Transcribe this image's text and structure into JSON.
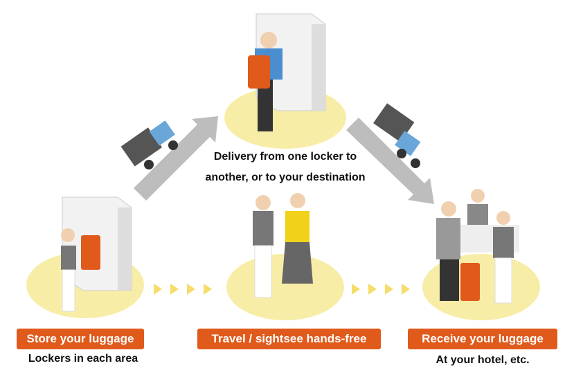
{
  "caption": {
    "line1": "Delivery from one locker to",
    "line2": "another, or to your destination"
  },
  "steps": [
    {
      "label": "Store your luggage",
      "sub": "Lockers in each area"
    },
    {
      "label": "Travel / sightsee hands-free"
    },
    {
      "label": "Receive your luggage",
      "sub": "At your hotel, etc."
    }
  ],
  "colors": {
    "accent": "#e05a1c",
    "circle": "#f8eda6",
    "arrow": "#bdbdbd"
  }
}
